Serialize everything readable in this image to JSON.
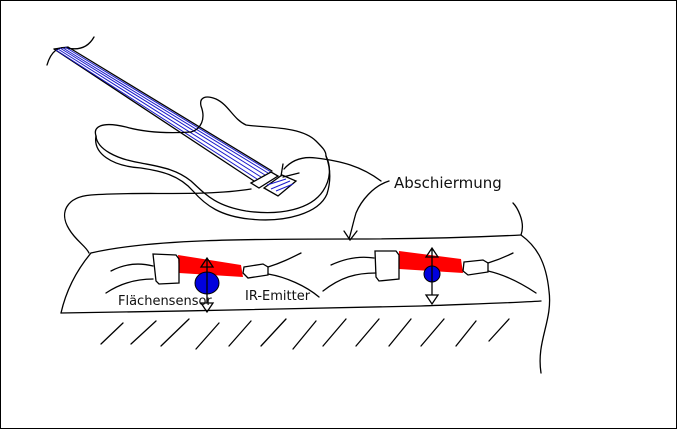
{
  "labels": {
    "shielding": "Abschiermung",
    "area_sensor": "Flächensensor",
    "ir_emitter": "IR-Emitter"
  },
  "colors": {
    "ir_beam": "#ff0000",
    "string": "#1a1acc",
    "blob": "#0000dd"
  }
}
